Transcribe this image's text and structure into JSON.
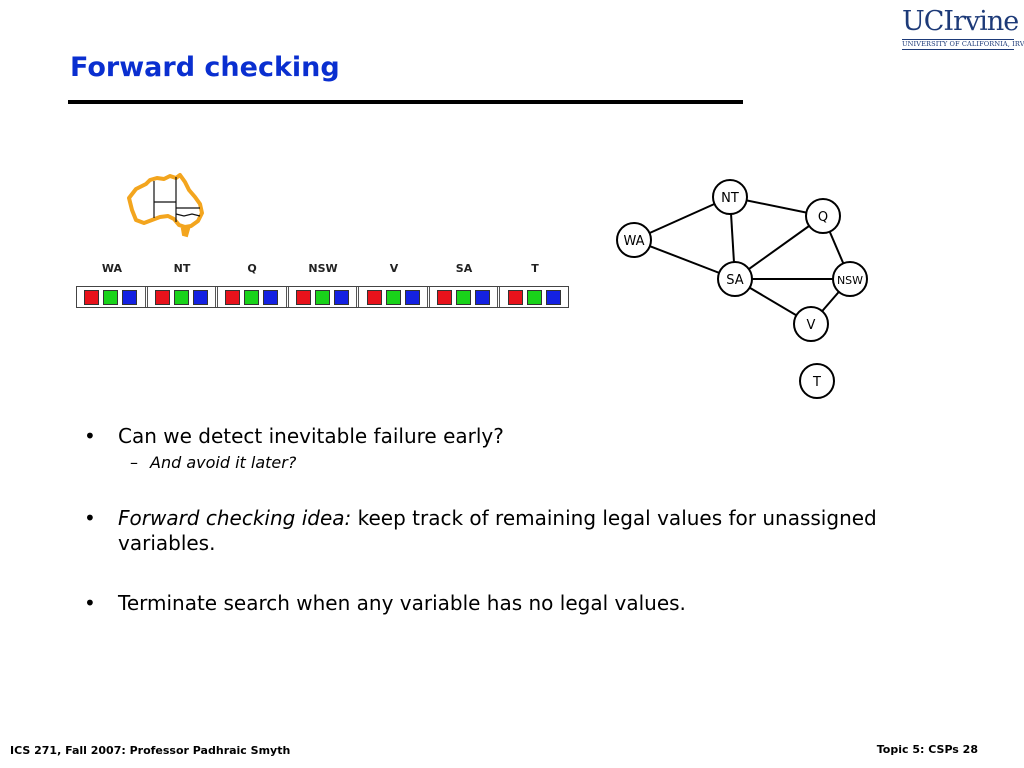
{
  "slide": {
    "title": "Forward checking",
    "logo": {
      "main": "UCIrvine",
      "sub": "UNIVERSITY OF CALIFORNIA, IRVINE"
    },
    "map_icon": "australia-map-icon",
    "domains": {
      "variables": [
        "WA",
        "NT",
        "Q",
        "NSW",
        "V",
        "SA",
        "T"
      ],
      "colors": {
        "red": "#e8121b",
        "green": "#19d31a",
        "blue": "#1421e2"
      }
    },
    "graph": {
      "nodes": [
        "NT",
        "Q",
        "WA",
        "SA",
        "NSW",
        "V",
        "T"
      ],
      "edges": [
        [
          "WA",
          "NT"
        ],
        [
          "WA",
          "SA"
        ],
        [
          "NT",
          "SA"
        ],
        [
          "NT",
          "Q"
        ],
        [
          "SA",
          "Q"
        ],
        [
          "Q",
          "NSW"
        ],
        [
          "SA",
          "NSW"
        ],
        [
          "SA",
          "V"
        ],
        [
          "NSW",
          "V"
        ]
      ]
    },
    "bullets": [
      {
        "text": "Can we detect inevitable failure early?",
        "sub": "And avoid it later?"
      },
      {
        "italic": "Forward checking idea:",
        "text": " keep track of remaining legal values for unassigned variables."
      },
      {
        "text": "Terminate search when any variable has no legal values."
      }
    ],
    "bullet_symbol": "•",
    "dash_symbol": "–",
    "footer": {
      "left": "ICS 271, Fall 2007: Professor Padhraic Smyth",
      "right": "Topic 5: CSPs 28"
    }
  }
}
